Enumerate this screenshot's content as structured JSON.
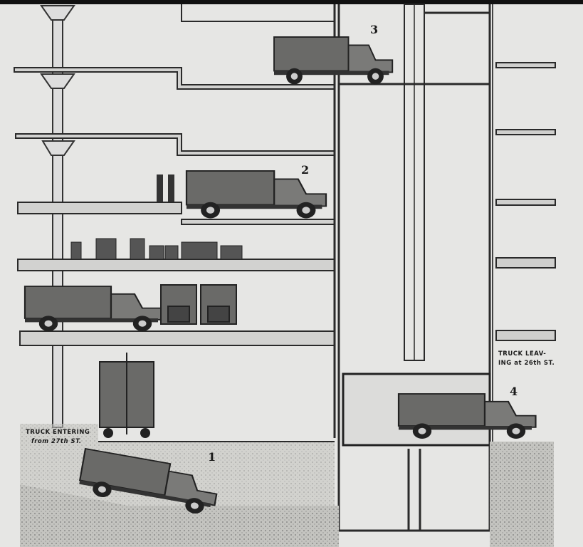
{
  "labels": {
    "step1": "1",
    "step2": "2",
    "step3": "3",
    "step4": "4",
    "entering_line1": "TRUCK ENTERING",
    "entering_line2": "from 27th ST.",
    "leaving_line1": "TRUCK LEAV-",
    "leaving_line2": "ING at 26th ST."
  },
  "colors": {
    "paper": "#e6e6e4",
    "ink": "#2a2a2a",
    "ground": "#b8b8b4",
    "truck": "#5a5a58"
  }
}
